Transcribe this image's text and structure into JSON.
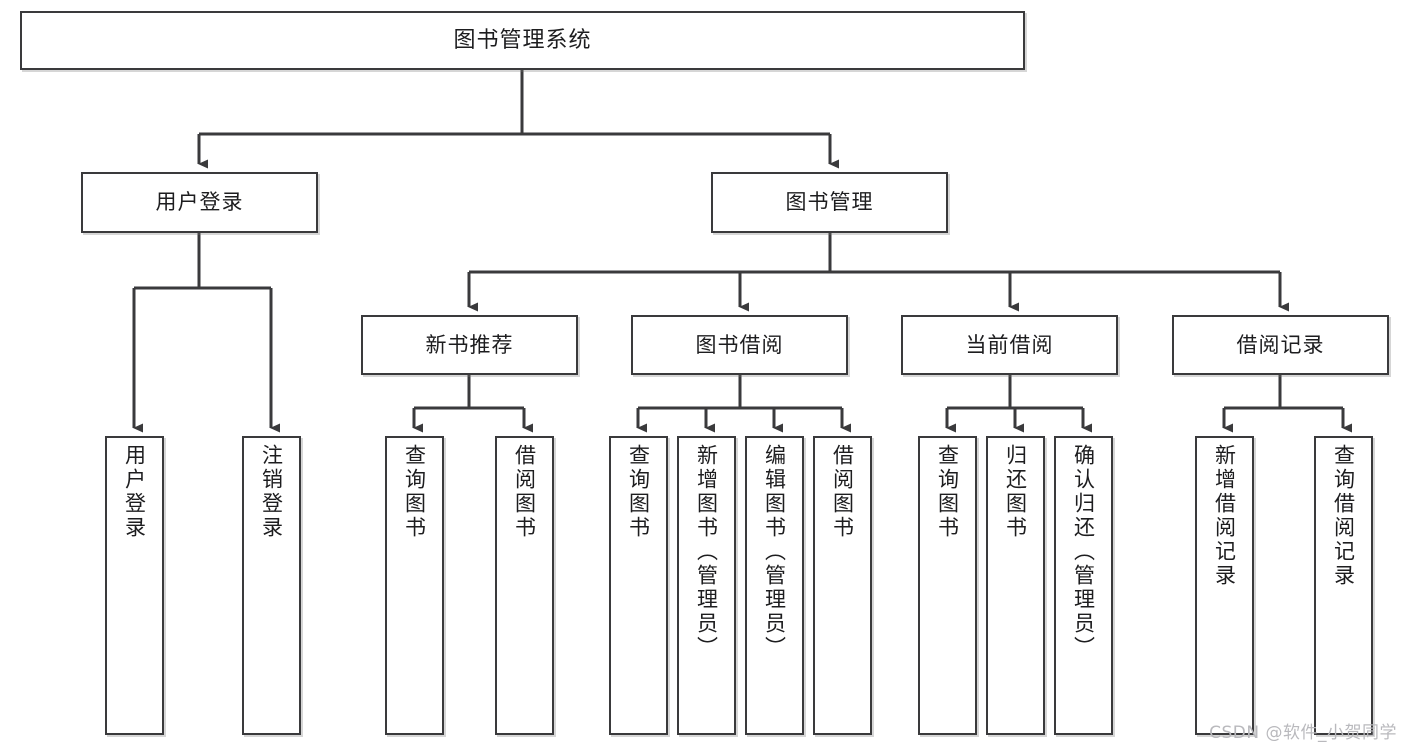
{
  "diagram": {
    "type": "tree",
    "title": "图书管理系统",
    "orientation": "top-down",
    "colors": {
      "box_border": "#3a3a3c",
      "box_fill": "#ffffff",
      "connector": "#3a3a3c",
      "text": "#1d1d1f",
      "watermark": "#b9b9bd",
      "background": "#ffffff"
    },
    "root": {
      "label": "图书管理系统"
    },
    "level2": [
      {
        "label": "用户登录"
      },
      {
        "label": "图书管理"
      }
    ],
    "level3": [
      {
        "label": "新书推荐"
      },
      {
        "label": "图书借阅"
      },
      {
        "label": "当前借阅"
      },
      {
        "label": "借阅记录"
      }
    ],
    "leaves": {
      "user_login": [
        {
          "label": "用户登录"
        },
        {
          "label": "注销登录"
        }
      ],
      "new_book_recommend": [
        {
          "label": "查询图书"
        },
        {
          "label": "借阅图书"
        }
      ],
      "book_borrow": [
        {
          "label": "查询图书"
        },
        {
          "label": "新增图书（管理员）"
        },
        {
          "label": "编辑图书（管理员）"
        },
        {
          "label": "借阅图书"
        }
      ],
      "current_borrow": [
        {
          "label": "查询图书"
        },
        {
          "label": "归还图书"
        },
        {
          "label": "确认归还（管理员）"
        }
      ],
      "borrow_record": [
        {
          "label": "新增借阅记录"
        },
        {
          "label": "查询借阅记录"
        }
      ]
    }
  },
  "watermark": {
    "text": "CSDN @软件_小贺同学"
  }
}
